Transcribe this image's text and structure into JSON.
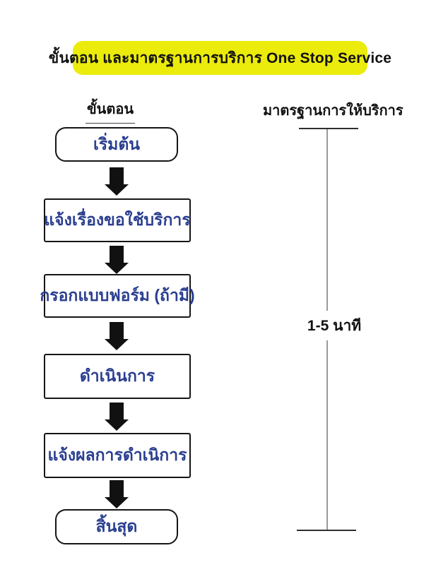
{
  "title": {
    "text": "ขั้นตอน และมาตรฐานการบริการ One Stop Service",
    "bg_color": "#ebeb0c",
    "text_color": "#111111"
  },
  "columns": {
    "left_header": "ขั้นตอน",
    "right_header": "มาตรฐานการให้บริการ"
  },
  "flow": {
    "steps": [
      {
        "label": "เริ่มต้น",
        "shape": "rounded"
      },
      {
        "label": "แจ้งเรื่องขอใช้บริการ",
        "shape": "rect"
      },
      {
        "label": "กรอกแบบฟอร์ม (ถ้ามี)",
        "shape": "rect"
      },
      {
        "label": "ดำเนินการ",
        "shape": "rect"
      },
      {
        "label": "แจ้งผลการดำเนิการ",
        "shape": "rect"
      },
      {
        "label": "สิ้นสุด",
        "shape": "rounded"
      }
    ],
    "box_text_color": "#2b3f90",
    "box_border_color": "#151515",
    "arrow_color": "#111111"
  },
  "service_standard": {
    "duration_label": "1-5 นาที",
    "line_color": "#9a9a9a",
    "tick_color": "#2f2f2f"
  }
}
